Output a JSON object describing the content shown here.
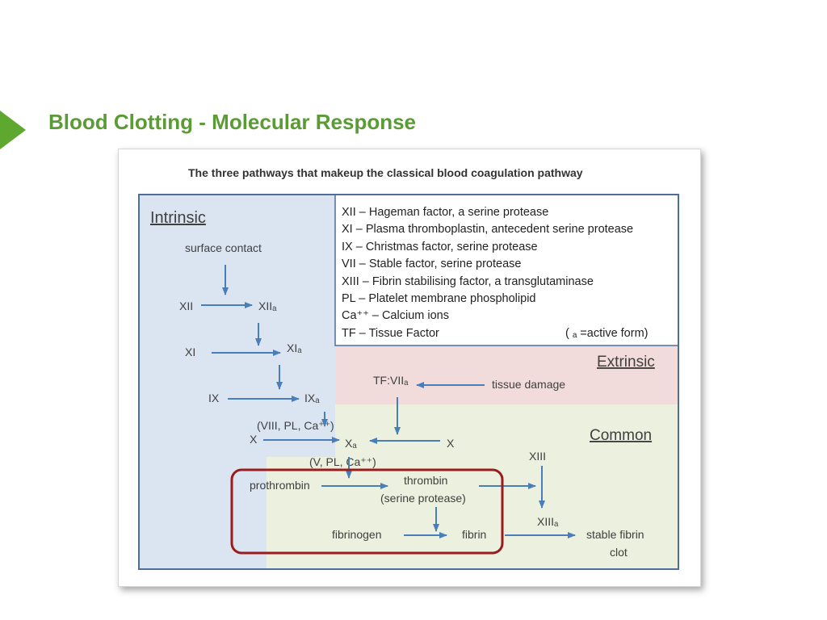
{
  "slide": {
    "title": "Blood Clotting - Molecular Response"
  },
  "figure": {
    "heading": "The three pathways that makeup the classical blood coagulation pathway",
    "regions": {
      "intrinsic": "Intrinsic",
      "extrinsic": "Extrinsic",
      "common": "Common"
    },
    "legend": {
      "lines": [
        "XII  – Hageman factor, a serine protease",
        "XI   – Plasma thromboplastin, antecedent serine protease",
        "IX   – Christmas factor, serine protease",
        "VII  – Stable factor, serine protease",
        "XIII – Fibrin stabilising factor, a transglutaminase",
        "PL  –  Platelet membrane phospholipid",
        "Ca⁺⁺ – Calcium ions",
        "TF  –  Tissue Factor"
      ],
      "note": "( ₐ =active form)"
    },
    "nodes": {
      "surface_contact": "surface contact",
      "xii": "XII",
      "xiia": "XIIₐ",
      "xi": "XI",
      "xia": "XIₐ",
      "ix": "IX",
      "ixa": "IXₐ",
      "cofactor_tenase": "(VIII, PL,  Ca⁺⁺)",
      "x_left": "X",
      "xa": "Xₐ",
      "x_right": "X",
      "cofactor_prothrombinase": "(V, PL,  Ca⁺⁺)",
      "tf_viia": "TF:VIIₐ",
      "tissue_damage": "tissue damage",
      "prothrombin": "prothrombin",
      "thrombin": "thrombin",
      "thrombin_note": "(serine protease)",
      "xiii": "XIII",
      "xiiia": "XIIIₐ",
      "fibrinogen": "fibrinogen",
      "fibrin": "fibrin",
      "stable_clot_1": "stable fibrin",
      "stable_clot_2": "clot"
    },
    "colors": {
      "intrinsic_fill": "#dbe5f1",
      "extrinsic_fill": "#f2dcdb",
      "common_fill": "#ebf1de",
      "border": "#4f6d9a",
      "arrow": "#4a7ebb",
      "highlight": "#9b1c1c"
    }
  }
}
